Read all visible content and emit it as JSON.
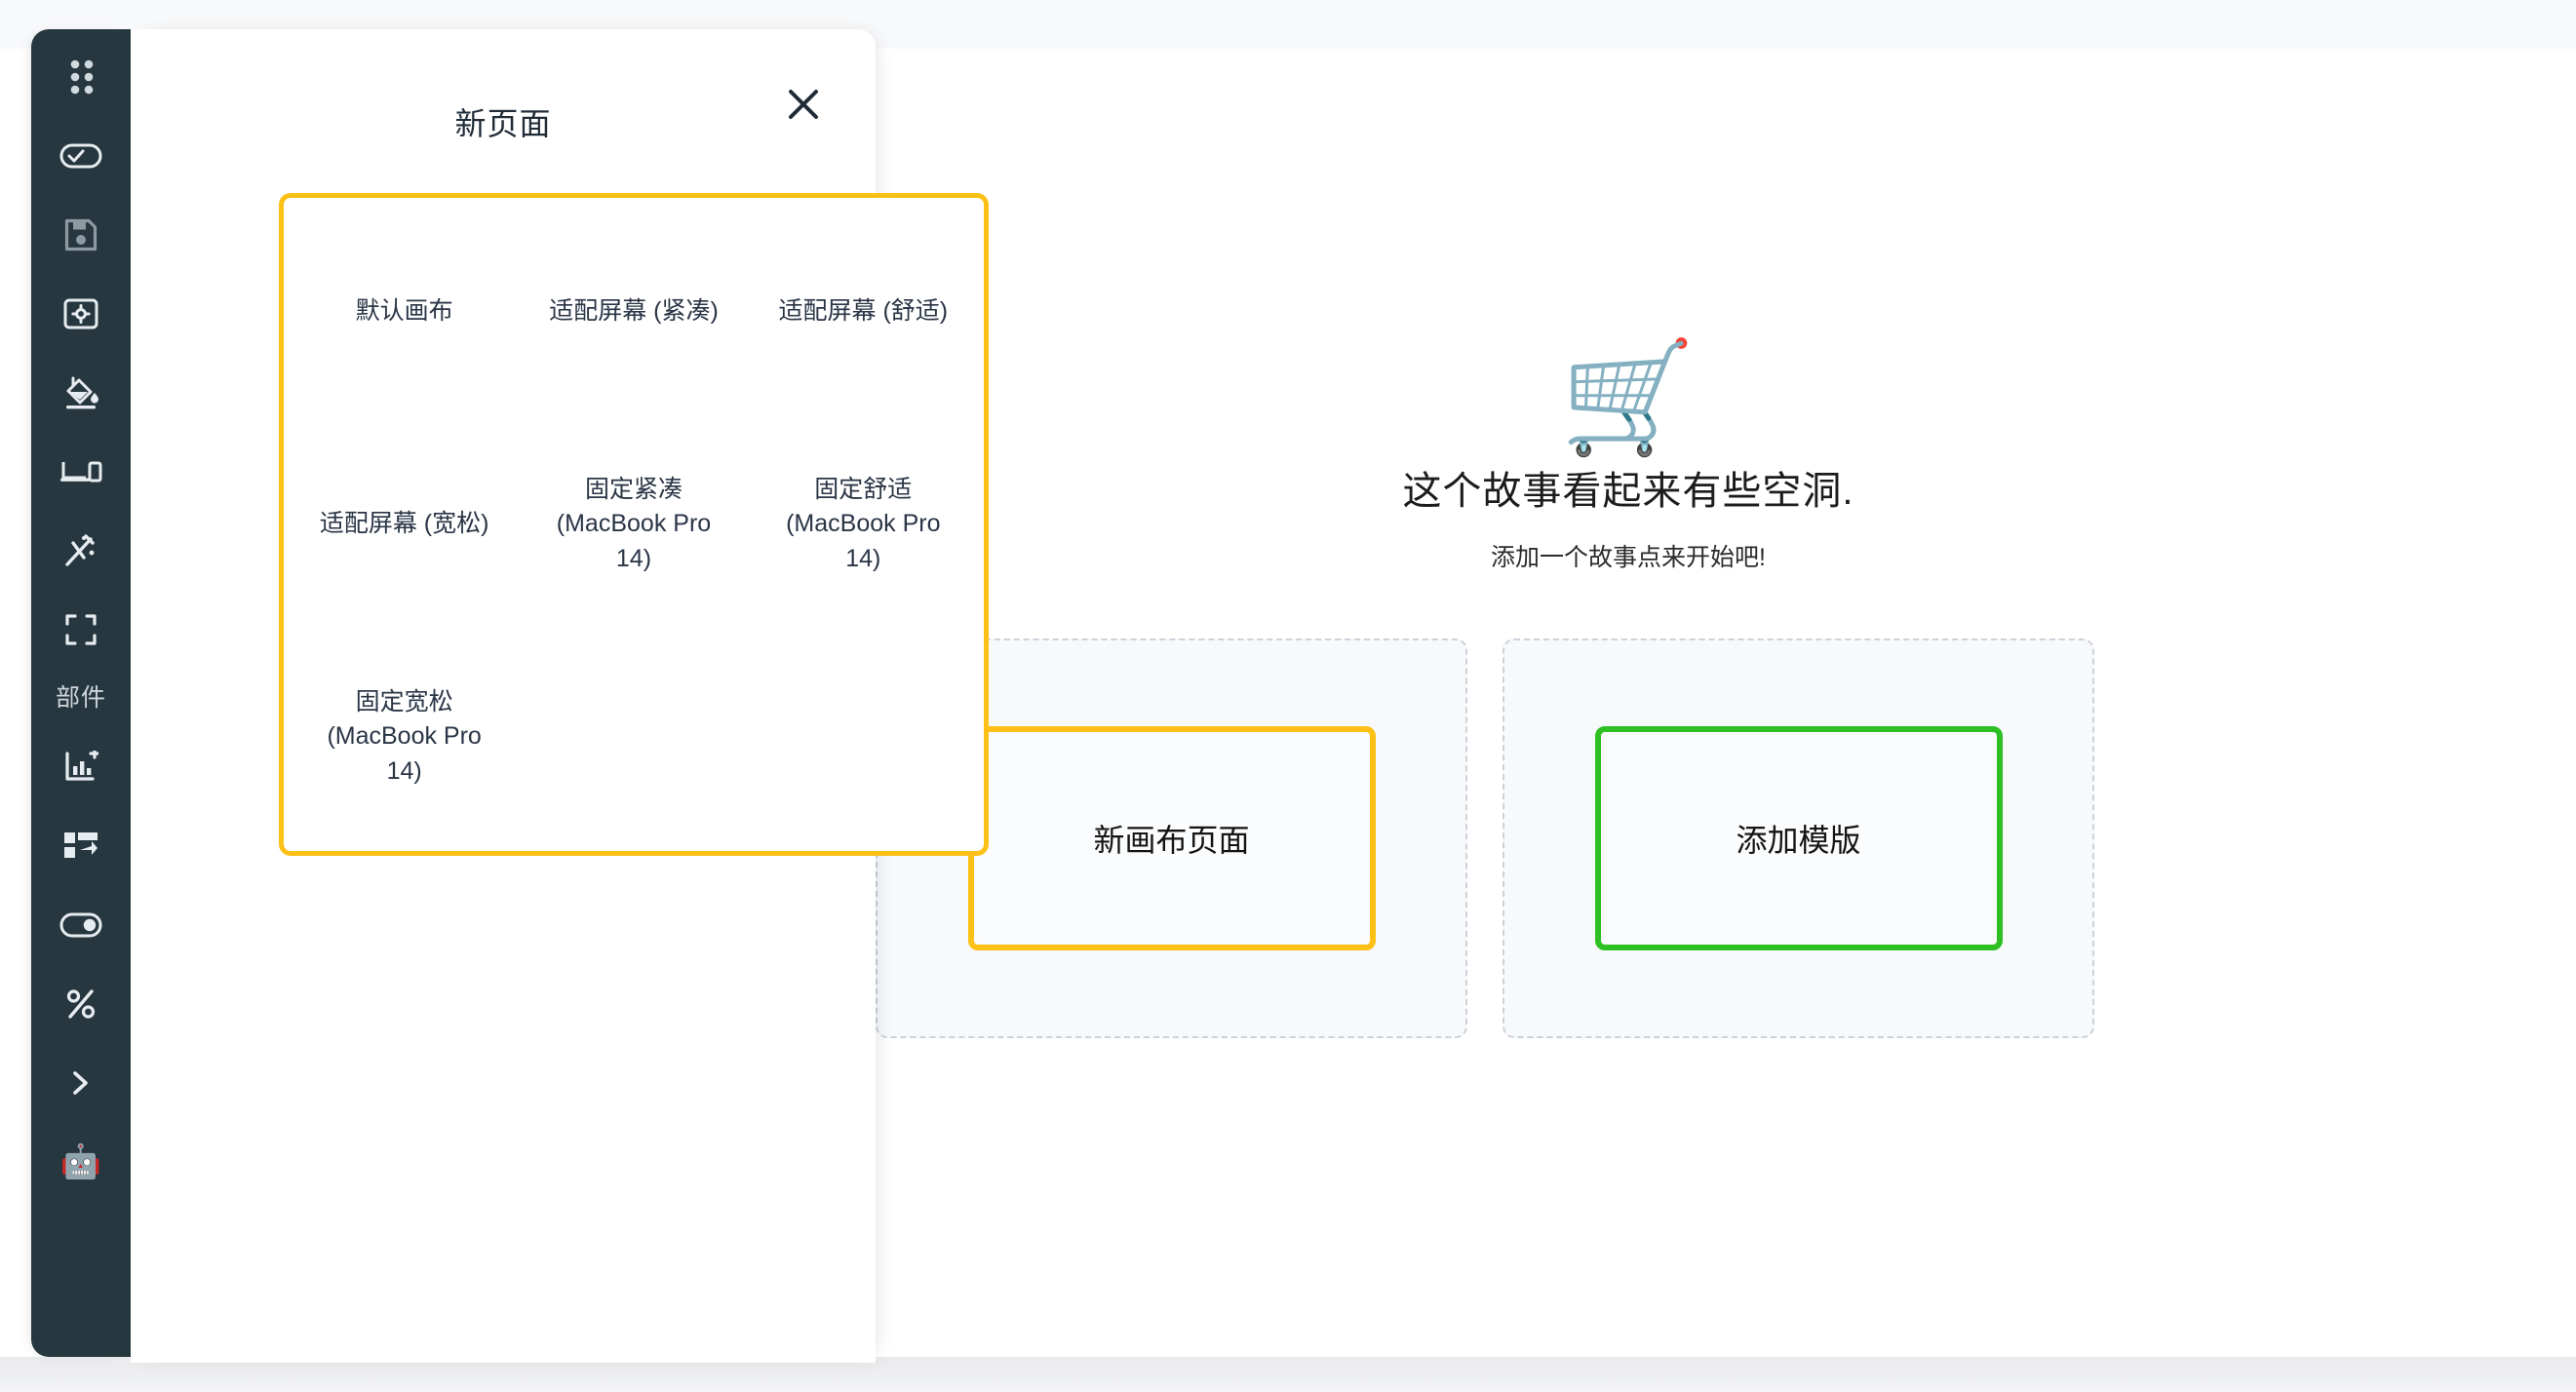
{
  "app": {
    "background_color": "#f7f8f9",
    "stage_color": "#ffffff"
  },
  "sidebar": {
    "background_color": "#27373f",
    "section_label": "部件",
    "items": [
      {
        "icon": "drag-handle-dots-icon",
        "name": "drag-handle"
      },
      {
        "icon": "toggle-check-icon",
        "name": "toggle-check"
      },
      {
        "icon": "save-floppy-icon",
        "name": "save"
      },
      {
        "icon": "settings-frame-icon",
        "name": "settings"
      },
      {
        "icon": "paint-bucket-icon",
        "name": "paint-bucket"
      },
      {
        "icon": "devices-icon",
        "name": "devices"
      },
      {
        "icon": "magic-wand-icon",
        "name": "magic-wand"
      },
      {
        "icon": "fullscreen-icon",
        "name": "fullscreen"
      }
    ],
    "widget_items": [
      {
        "icon": "add-chart-icon",
        "name": "add-chart"
      },
      {
        "icon": "layout-swap-icon",
        "name": "layout-swap"
      },
      {
        "icon": "toggle-switch-icon",
        "name": "toggle-switch"
      },
      {
        "icon": "percent-icon",
        "name": "percent"
      },
      {
        "icon": "chevron-right-icon",
        "name": "expand"
      },
      {
        "icon": "robot-emoji",
        "name": "assistant",
        "glyph": "🤖"
      }
    ]
  },
  "panel": {
    "title": "新页面",
    "close_icon": "close-icon",
    "highlight_color": "#fcc016",
    "layout_options": [
      "默认画布",
      "适配屏幕 (紧凑)",
      "适配屏幕 (舒适)",
      "适配屏幕 (宽松)",
      "固定紧凑 (MacBook Pro 14)",
      "固定舒适 (MacBook Pro 14)",
      "固定宽松 (MacBook Pro 14)"
    ]
  },
  "main": {
    "empty_state": {
      "icon": "shopping-cart-icon",
      "icon_glyph": "🛒",
      "title": "这个故事看起来有些空洞.",
      "subtitle": "添加一个故事点来开始吧!"
    },
    "action_cards": [
      {
        "label": "新画布页面",
        "accent": "#fcc016",
        "style": "yellow"
      },
      {
        "label": "添加模版",
        "accent": "#2ec022",
        "style": "green"
      }
    ]
  }
}
